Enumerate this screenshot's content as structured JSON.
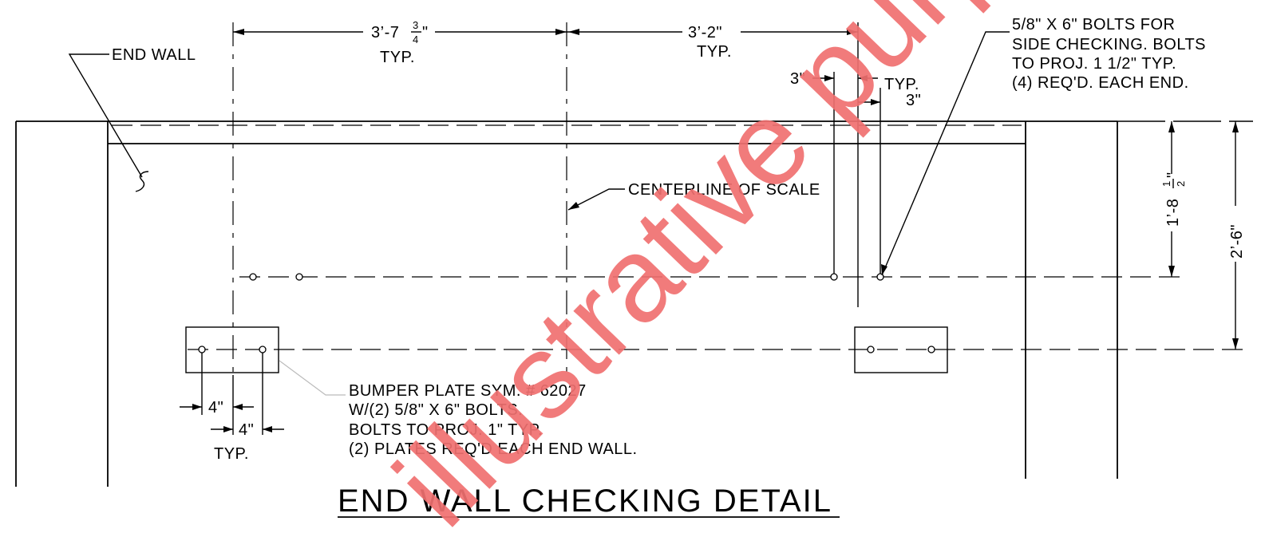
{
  "drawing": {
    "title": "END WALL CHECKING DETAIL",
    "watermark": "illustrative purposes",
    "labels": {
      "end_wall": "END WALL",
      "centerline": "CENTERLINE OF SCALE"
    },
    "dimensions": {
      "dim1_whole": "3’-7",
      "dim1_num": "3",
      "dim1_den": "4",
      "dim1_note": "TYP.",
      "dim2": "3’-2\"",
      "dim2_note": "TYP.",
      "small_left": "3\"",
      "small_typ": "TYP.",
      "small_right": "3\"",
      "vert1_whole": "1’-8",
      "vert1_num": "1",
      "vert1_den": "2",
      "vert2": "2’-6\"",
      "bottom_1": "4\"",
      "bottom_2": "4\"",
      "bottom_typ": "TYP."
    },
    "notes": {
      "bolts": [
        "5/8\" X 6\" BOLTS FOR",
        "SIDE CHECKING. BOLTS",
        "TO PROJ. 1 1/2\" TYP.",
        "(4) REQ'D. EACH END."
      ],
      "bumper": [
        "BUMPER PLATE SYM. # 62027",
        "W/(2) 5/8\" X 6\" BOLTS.",
        "BOLTS TO PROJ. 1\" TYP.",
        "(2) PLATES REQ'D EACH END WALL."
      ]
    }
  }
}
